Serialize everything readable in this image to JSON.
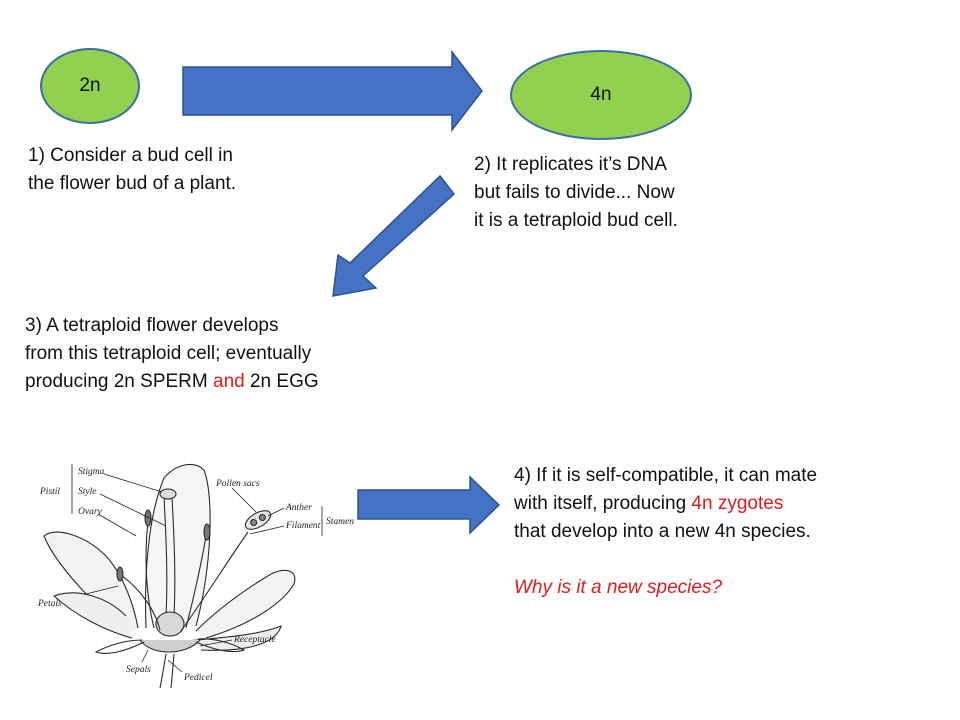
{
  "cells": {
    "diploid_label": "2n",
    "tetraploid_label": "4n",
    "fill_color": "#92d050",
    "stroke_color": "#3a6ea5"
  },
  "arrow_color": "#4472c4",
  "steps": {
    "step1": {
      "line1": "1) Consider a bud cell in",
      "line2": "the flower bud of a plant."
    },
    "step2": {
      "line1": "2) It replicates it’s DNA",
      "line2": "but fails to divide... Now",
      "line3": "it is a tetraploid bud cell."
    },
    "step3": {
      "line1": "3) A tetraploid flower develops",
      "line2": "from this tetraploid cell; eventually",
      "line3_a": "producing 2n SPERM ",
      "line3_b": "and",
      "line3_c": " 2n EGG"
    },
    "step4": {
      "line1": "4) If it is self-compatible, it can mate",
      "line2_a": "with itself, producing ",
      "line2_b": "4n zygotes",
      "line3": "that develop into a new 4n species.",
      "question": "Why is it a new species?"
    }
  },
  "flower_labels": {
    "pistil": "Pistil",
    "stigma": "Stigma",
    "style": "Style",
    "ovary": "Ovary",
    "petals": "Petals",
    "sepals": "Sepals",
    "pedicel": "Pedicel",
    "receptacle": "Receptacle",
    "pollen_sacs": "Pollen sacs",
    "anther": "Anther",
    "filament": "Filament",
    "stamen": "Stamen"
  },
  "highlight_color": "#e01b1b"
}
